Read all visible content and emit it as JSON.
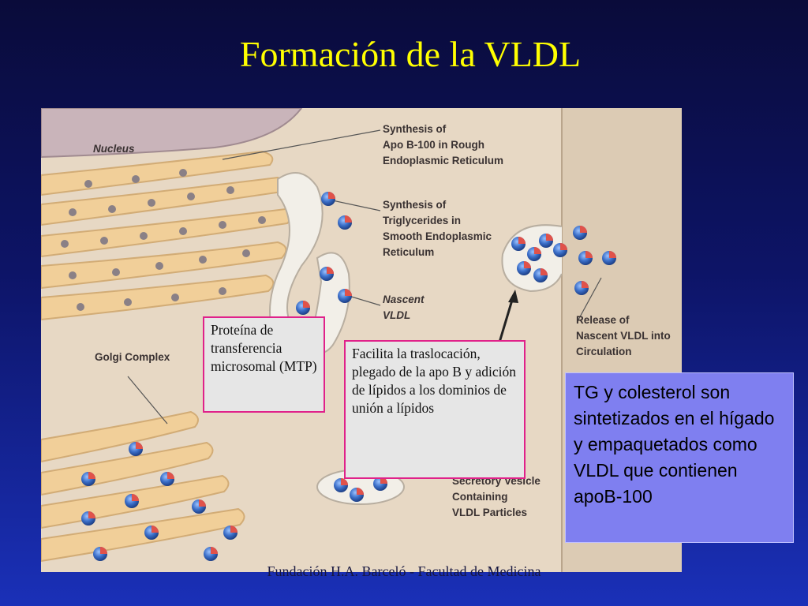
{
  "title": "Formación de la VLDL",
  "figure_labels": {
    "nucleus": "Nucleus",
    "synthesis_apob": "Synthesis of\nApo B-100 in Rough\nEndoplasmic Reticulum",
    "synthesis_tg": "Synthesis of\nTriglycerides in\nSmooth Endoplasmic\nReticulum",
    "nascent_vldl": "Nascent\nVLDL",
    "golgi": "Golgi Complex",
    "release": "Release of\nNascent VLDL into\nCirculation",
    "secretory": "Secretory Vesicle\nContaining\nVLDL Particles"
  },
  "boxes": {
    "mtp": "Proteína de transferencia microsomal (MTP)",
    "facilita": "Facilita la traslocación, plegado de la apo B y adición de lípidos a los dominios de unión a lípidos",
    "summary": "TG y colesterol son sintetizados en el hígado y empaquetados como VLDL que contienen apoB-100"
  },
  "footer": "Fundación H.A. Barceló - Facultad de Medicina",
  "colors": {
    "title": "#ffff00",
    "box_border": "#e0218a",
    "summary_bg": "#7f7ff0",
    "particle_blue": "#3b6fc9",
    "particle_red": "#e0524a"
  }
}
